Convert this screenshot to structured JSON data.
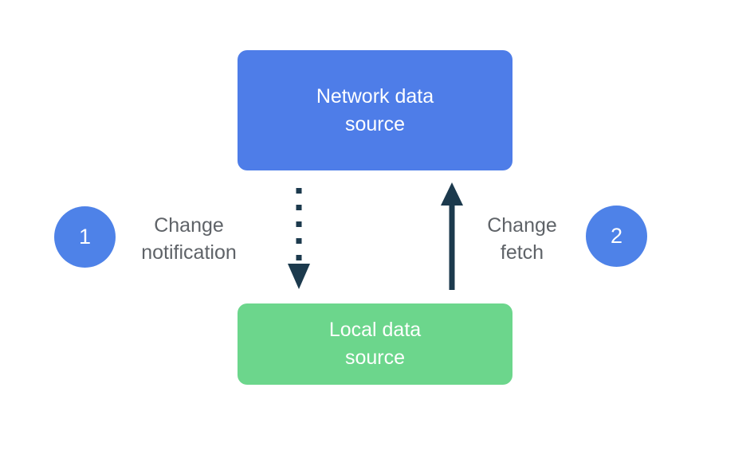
{
  "diagram": {
    "nodes": {
      "network": {
        "label": "Network data source"
      },
      "local": {
        "label": "Local data source"
      }
    },
    "steps": [
      {
        "number": "1",
        "label": "Change notification",
        "arrow": "dotted-down-arrow"
      },
      {
        "number": "2",
        "label": "Change fetch",
        "arrow": "solid-up-arrow"
      }
    ],
    "colors": {
      "network_node": "#4E7DE8",
      "local_node": "#6CD68C",
      "step_circle": "#4E82E8",
      "arrow": "#1C3A4D",
      "label_text": "#5F6368",
      "node_text": "#FFFFFF",
      "background": "#FFFFFF"
    }
  }
}
